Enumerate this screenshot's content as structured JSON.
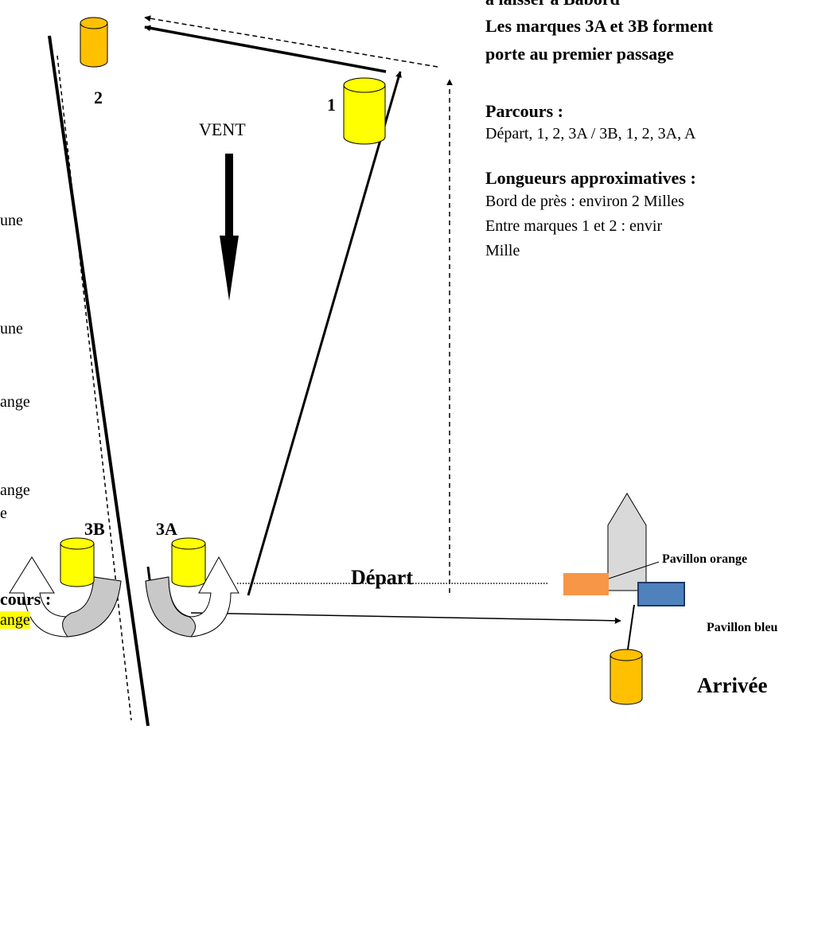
{
  "right_panel": {
    "header_line1": "à laisser à Babord",
    "header_line2": "Les marques 3A et 3B forment",
    "header_line3": "porte au premier passage",
    "parcours_title": "Parcours :",
    "parcours_text": "Départ, 1, 2, 3A / 3B, 1, 2, 3A, A",
    "longueurs_title": "Longueurs approximatives :",
    "longueur_line1": "Bord de près : environ 2 Milles",
    "longueur_line2": "Entre marques 1 et 2 : envir",
    "longueur_line3": "Mille"
  },
  "left_panel": {
    "fragments": [
      "une",
      "une",
      "ange",
      "ange",
      "e"
    ],
    "parcours_title": "cours :",
    "parcours_highlight": "ange"
  },
  "marks": {
    "mark_1": "1",
    "mark_2": "2",
    "mark_3a": "3A",
    "mark_3b": "3B"
  },
  "wind_label": "VENT",
  "start_label": "Départ",
  "finish_label": "Arrivée",
  "flags": {
    "orange_label": "Pavillon orange",
    "blue_label": "Pavillon bleu"
  },
  "colors": {
    "orange_buoy": "#ffc000",
    "yellow_buoy": "#ffff00",
    "orange_flag": "#f79646",
    "blue_flag": "#4f81bd",
    "boat_grey": "#d9d9d9",
    "arrow_grey": "#c8c8c8"
  }
}
